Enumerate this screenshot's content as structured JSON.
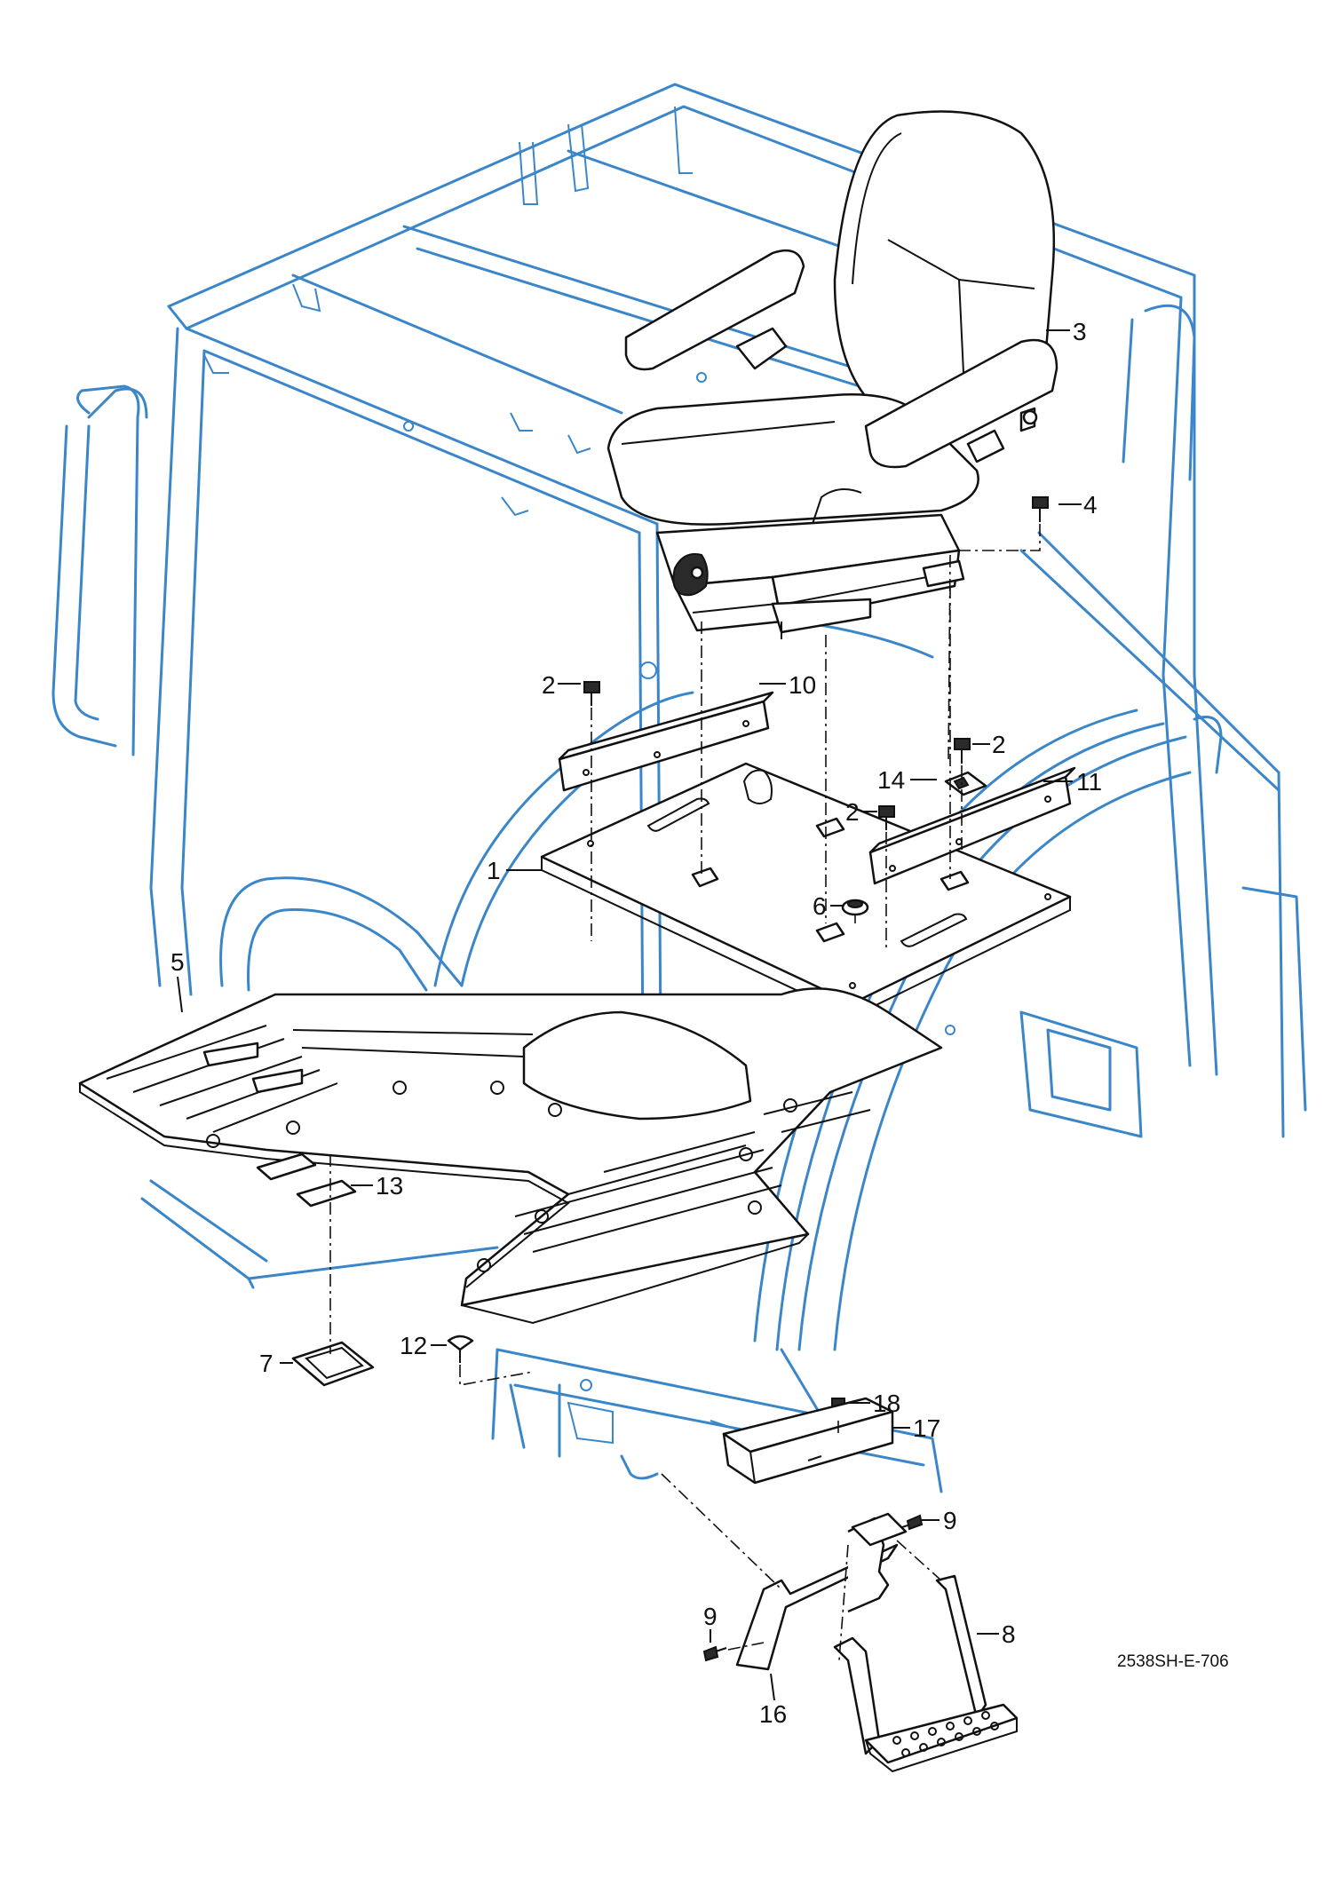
{
  "drawing_id": "2538SH-E-706",
  "callouts": {
    "c1": "1",
    "c2a": "2",
    "c2b": "2",
    "c2c": "2",
    "c3": "3",
    "c4": "4",
    "c5": "5",
    "c6": "6",
    "c7": "7",
    "c8": "8",
    "c9a": "9",
    "c9b": "9",
    "c10": "10",
    "c11": "11",
    "c12": "12",
    "c13": "13",
    "c14": "14",
    "c16": "16",
    "c17": "17",
    "c18": "18"
  },
  "colors": {
    "cab_frame": "#3a86c8",
    "parts": "#111111",
    "background": "#ffffff"
  }
}
